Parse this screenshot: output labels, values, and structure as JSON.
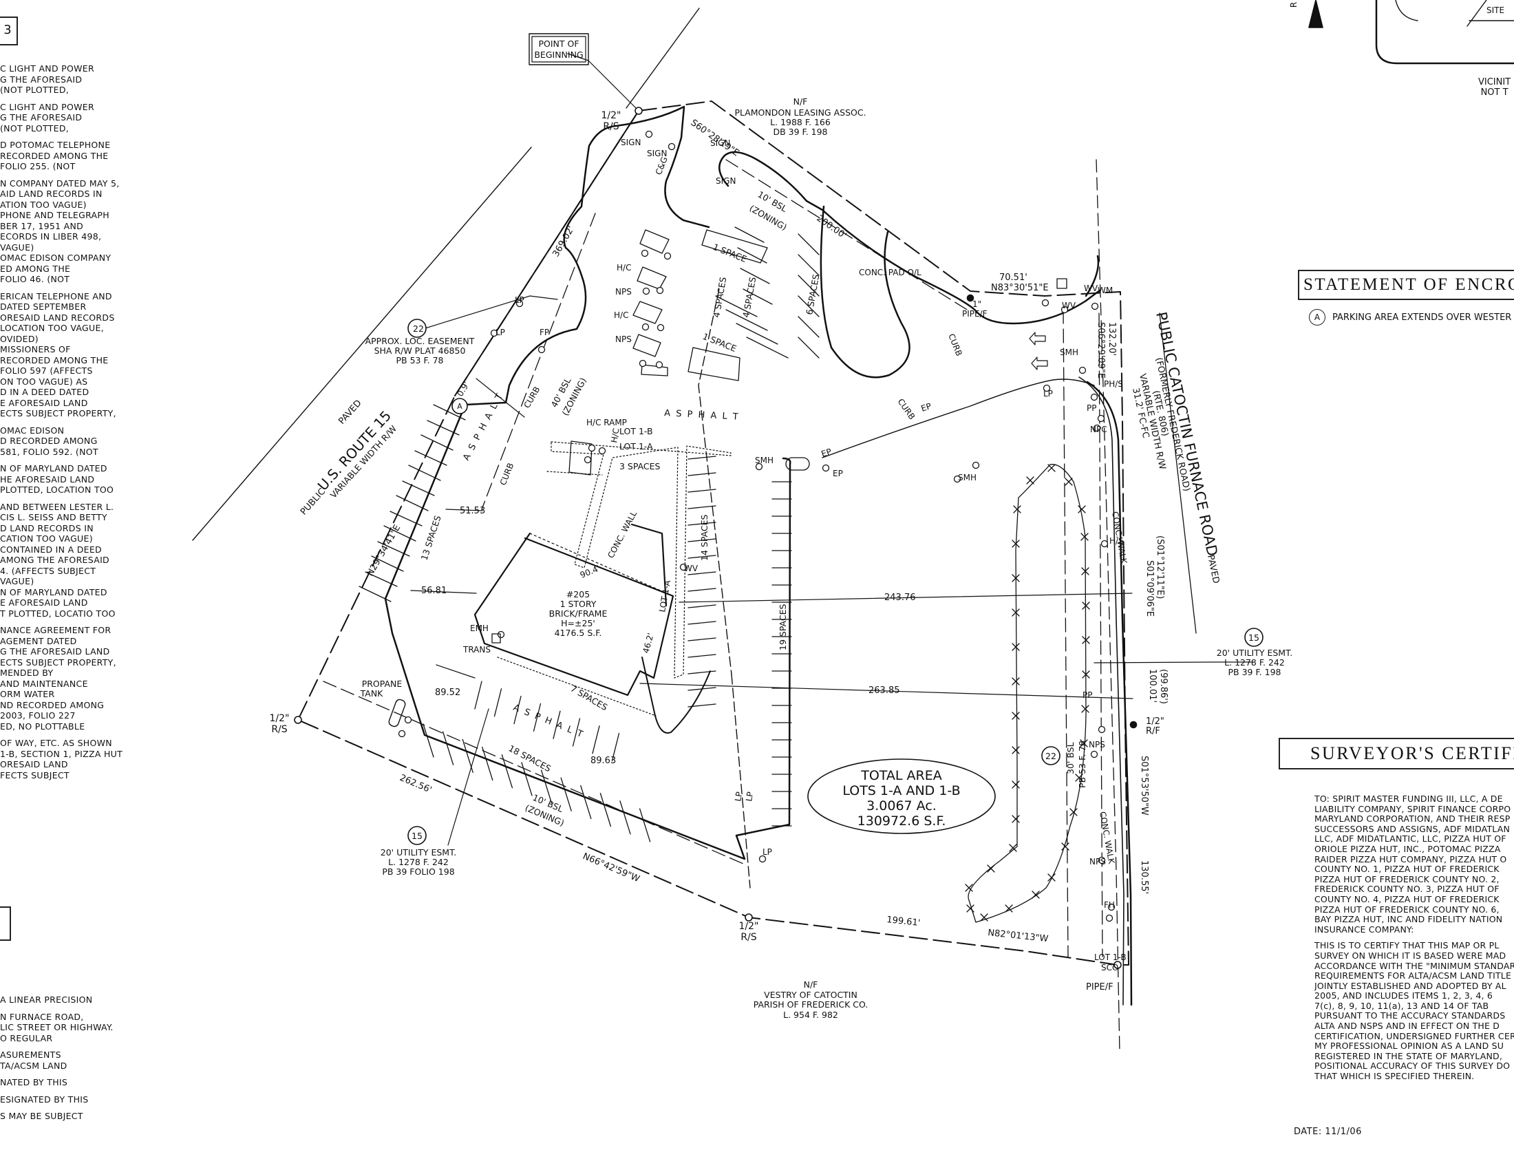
{
  "notes_top": [
    "C LIGHT AND POWER",
    "G THE AFORESAID",
    "(NOT PLOTTED,",
    "",
    "C LIGHT AND POWER",
    "G THE AFORESAID",
    "(NOT PLOTTED,",
    "",
    "D POTOMAC TELEPHONE",
    "RECORDED AMONG THE",
    "FOLIO 255. (NOT",
    "",
    "N COMPANY DATED MAY 5,",
    "AID LAND RECORDS IN",
    "ATION TOO VAGUE)",
    "PHONE AND TELEGRAPH",
    "BER 17, 1951 AND",
    "ECORDS IN LIBER 498,",
    "VAGUE)",
    "OMAC EDISON COMPANY",
    "ED AMONG THE",
    "FOLIO 46. (NOT",
    "",
    "ERICAN TELEPHONE AND",
    "DATED SEPTEMBER",
    "ORESAID LAND RECORDS",
    "LOCATION TOO VAGUE,",
    "OVIDED)",
    "MISSIONERS OF",
    "RECORDED AMONG THE",
    "FOLIO 597 (AFFECTS",
    "ON TOO VAGUE)  AS",
    "D IN A DEED DATED",
    "E AFORESAID LAND",
    "ECTS SUBJECT PROPERTY,",
    "",
    "OMAC EDISON",
    "D RECORDED AMONG",
    "581, FOLIO 592. (NOT",
    "",
    "N OF MARYLAND DATED",
    "HE AFORESAID LAND",
    "PLOTTED, LOCATION TOO",
    "",
    "AND BETWEEN LESTER L.",
    "CIS L. SEISS AND BETTY",
    "D LAND RECORDS IN",
    "CATION TOO VAGUE)",
    "CONTAINED IN A DEED",
    "AMONG THE AFORESAID",
    "4. (AFFECTS SUBJECT",
    "VAGUE)",
    "N OF MARYLAND DATED",
    "E AFORESAID LAND",
    "T PLOTTED, LOCATIO TOO",
    "",
    "NANCE AGREEMENT FOR",
    "AGEMENT DATED",
    "G THE AFORESAID LAND",
    "ECTS SUBJECT PROPERTY,",
    "MENDED BY",
    "AND MAINTENANCE",
    "ORM WATER",
    "ND RECORDED AMONG",
    "2003, FOLIO 227",
    "ED, NO PLOTTABLE",
    "",
    "OF WAY, ETC. AS SHOWN",
    "1-B, SECTION 1, PIZZA HUT",
    "ORESAID LAND",
    "FECTS SUBJECT"
  ],
  "notes_bottom": [
    "A LINEAR PRECISION",
    "",
    "N FURNACE ROAD,",
    "LIC STREET OR HIGHWAY.",
    "O REGULAR",
    "",
    "ASUREMENTS",
    "TA/ACSM LAND",
    "",
    "NATED BY THIS",
    "",
    "ESIGNATED BY THIS",
    "",
    "S  MAY BE SUBJECT"
  ],
  "callouts": {
    "pob": [
      "POINT OF",
      "BEGINNING"
    ],
    "rs_top": [
      "1/2\"",
      "R/S"
    ],
    "rs_left": [
      "1/2\"",
      "R/S"
    ],
    "rs_bottom": [
      "1/2\"",
      "R/S"
    ],
    "rf_right": [
      "1/2\"",
      "R/F"
    ],
    "pipe_f_top": [
      "1\"",
      "PIPE/F"
    ],
    "pipe_f_bottom": "PIPE/F",
    "nf_north": [
      "N/F",
      "PLAMONDON LEASING ASSOC.",
      "L. 1988  F. 166",
      "DB 39  F. 198"
    ],
    "nf_south": [
      "N/F",
      "VESTRY OF CATOCTIN",
      "PARISH OF FREDERICK CO.",
      "L. 954  F. 982"
    ],
    "easement_22": [
      "APPROX. LOC. EASEMENT",
      "SHA R/W PLAT 46850",
      "PB 53  F. 78"
    ],
    "utility_15_left": [
      "20' UTILITY ESMT.",
      "L. 1278  F. 242",
      "PB 39  FOLIO 198"
    ],
    "utility_15_right": [
      "20' UTILITY ESMT.",
      "L. 1278  F. 242",
      "PB 39  F. 198"
    ],
    "circled_22": "22",
    "circled_15": "15",
    "circled_a": "A",
    "propane": [
      "PROPANE",
      "TANK"
    ],
    "building": [
      "#205",
      "1 STORY",
      "BRICK/FRAME",
      "H=±25'",
      "4176.5 S.F."
    ],
    "lot_labels": [
      "LOT 1-B",
      "LOT 1-A"
    ],
    "total_area": [
      "TOTAL AREA",
      "LOTS 1-A AND 1-B",
      "3.0067 Ac.",
      "130972.6 S.F."
    ]
  },
  "roads": {
    "us15": [
      "PUBLIC",
      "PAVED",
      "U.S. ROUTE 15",
      "VARIABLE WIDTH R/W"
    ],
    "catoctin": [
      "PUBLIC CATOCTIN FURNACE ROAD",
      "PAVED",
      "(FORMERLY FREDERICK ROAD)",
      "(RTE. 806)",
      "VARIABLE WIDTH R/W",
      "31.2' FC-FC"
    ]
  },
  "bearings": {
    "b1": "S60°28'19\"E",
    "d1": "200.00'",
    "b2": "70.51'",
    "b2b": "N83°30'51\"E",
    "b3": "132.20'",
    "b3b": "S06°29'09\"E",
    "b4": "S01°53'50\"W",
    "d4": "130.55'",
    "b5": "(S01°12'11\"E)",
    "b5b": "S01°09'06\"E",
    "b6": "(99.86')",
    "b6b": "100.01'",
    "b7": "199.61'",
    "b7b": "N82°01'13\"W",
    "b8": "262.56'",
    "b8b": "N66°42'59\"W",
    "b9": "N29°34'41\"E",
    "d9": "369.02'",
    "dim_243": "243.76",
    "dim_263": "263.85",
    "dim_5153": "51.53",
    "dim_5681": "56.81",
    "dim_8952": "89.52",
    "dim_8963": "89.63",
    "dim_904": "90.4'",
    "dim_462": "46.2'",
    "dim_0": "0.9'"
  },
  "site_labels": {
    "asphalt": "A S P H A L T",
    "bsl_10_top": [
      "10' BSL",
      "(ZONING)"
    ],
    "bsl_40": [
      "40' BSL",
      "(ZONING)"
    ],
    "bsl_10_bottom": [
      "10' BSL",
      "(ZONING)"
    ],
    "bsl_30": [
      "30' BSL",
      "PB 53  F. 78"
    ],
    "spaces": [
      "1 SPACE",
      "4 SPACES",
      "4 SPACES",
      "6 SPACES",
      "1 SPACE",
      "3 SPACES",
      "13 SPACES",
      "14 SPACES",
      "19 SPACES",
      "7 SPACES",
      "18 SPACES"
    ],
    "misc": [
      "SIGN",
      "SIGN",
      "C&G",
      "LP",
      "LP",
      "FP",
      "EP",
      "EP",
      "EP",
      "CURB",
      "CURB",
      "CURB",
      "CURB",
      "H/C",
      "H/C",
      "H/C",
      "NPS",
      "NPS",
      "H/C RAMP",
      "SMH",
      "SMH",
      "SMH",
      "WV",
      "WV",
      "WV",
      "WM",
      "PH/S",
      "H/S",
      "PP",
      "PP",
      "NPC",
      "NPS",
      "NPS",
      "FH",
      "EMH",
      "TRANS",
      "CONC. WALL",
      "CONC. WALK",
      "CONC. WALK",
      "CONC. PAD O/L",
      "LP",
      "LP",
      "LP",
      "LP",
      "LOT 1-A",
      "LOT 1-B",
      "SCO",
      "SIGN",
      "SIGN"
    ]
  },
  "titles": {
    "encroachment": "STATEMENT OF ENCRO",
    "encro_note_letter": "A",
    "encro_note": "PARKING AREA EXTENDS OVER WESTER",
    "surveyor": "SURVEYOR'S CERTIFIC",
    "vicinity": [
      "VICINIT",
      "NOT T"
    ],
    "vicinity_site": "SITE"
  },
  "certification": [
    "TO: SPIRIT MASTER FUNDING III, LLC, A DE",
    "LIABILITY COMPANY, SPIRIT FINANCE CORPO",
    "MARYLAND CORPORATION, AND THEIR RESP",
    "SUCCESSORS AND ASSIGNS, ADF MIDATLAN",
    "LLC, ADF MIDATLANTIC, LLC, PIZZA HUT OF",
    "ORIOLE PIZZA HUT, INC., POTOMAC PIZZA",
    "RAIDER PIZZA HUT COMPANY, PIZZA HUT O",
    "COUNTY NO. 1, PIZZA HUT OF FREDERICK",
    "PIZZA HUT OF FREDERICK COUNTY NO. 2,",
    "FREDERICK COUNTY NO. 3, PIZZA HUT OF",
    "COUNTY NO. 4, PIZZA HUT OF FREDERICK",
    "PIZZA HUT OF FREDERICK COUNTY NO. 6,",
    "BAY PIZZA HUT, INC AND FIDELITY NATION",
    "INSURANCE COMPANY:",
    "",
    "THIS IS TO CERTIFY THAT THIS MAP OR PL",
    "SURVEY ON WHICH IT IS BASED WERE MAD",
    "ACCORDANCE WITH THE \"MINIMUM STANDAR",
    "REQUIREMENTS FOR ALTA/ACSM LAND TITLE",
    "JOINTLY ESTABLISHED AND ADOPTED BY AL",
    "2005, AND INCLUDES ITEMS 1, 2, 3, 4, 6",
    "7(c), 8, 9, 10, 11(a), 13 AND 14 OF TAB",
    "PURSUANT TO THE ACCURACY STANDARDS",
    "ALTA AND NSPS AND IN EFFECT ON THE D",
    "CERTIFICATION, UNDERSIGNED FURTHER CER",
    "MY PROFESSIONAL OPINION AS A LAND SU",
    "REGISTERED IN THE STATE OF MARYLAND,",
    "POSITIONAL ACCURACY OF THIS SURVEY DO",
    "THAT WHICH IS SPECIFIED THEREIN."
  ],
  "date": "DATE:  11/1/06",
  "corner_marks": {
    "top_left": "3",
    "north_arrow": "R"
  }
}
